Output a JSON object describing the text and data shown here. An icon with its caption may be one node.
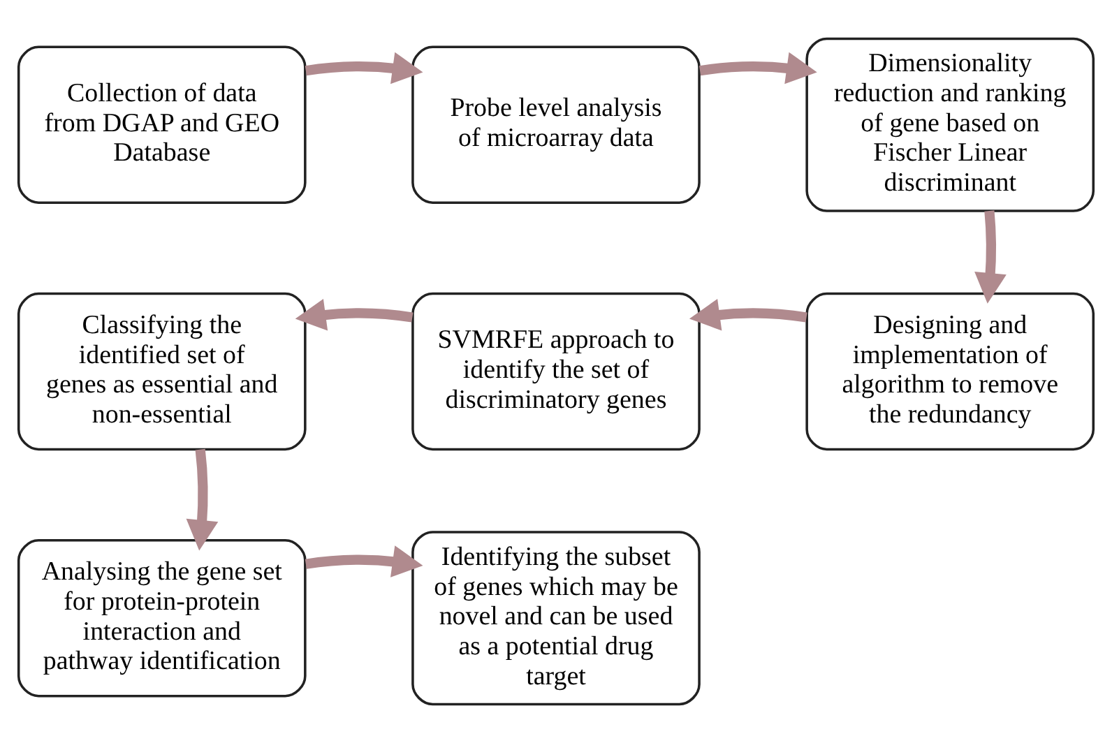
{
  "diagram": {
    "nodes": [
      {
        "text": [
          "Collection of data from DGAP and GEO Database"
        ]
      },
      {
        "text": [
          "Probe level analysis of microarray data"
        ]
      },
      {
        "text": [
          "Dimensionality reduction and ranking of gene based on Fischer Linear discriminant"
        ]
      },
      {
        "text": [
          "Designing and implementation of algorithm to remove the redundancy"
        ]
      },
      {
        "text": [
          "SVMRFE approach to identify the set of discriminatory genes"
        ]
      },
      {
        "text": [
          "Classifying the identified set of genes as essential and non-essential"
        ]
      },
      {
        "text": [
          "Analysing the gene set for protein-protein interaction and pathway identification"
        ]
      },
      {
        "text": [
          "Identifying the subset of genes which may be novel and can be used as a potential drug target"
        ]
      }
    ],
    "edges": [
      {
        "from": 0,
        "to": 1,
        "arrow": "to"
      },
      {
        "from": 1,
        "to": 2,
        "arrow": "to"
      },
      {
        "from": 2,
        "to": 3,
        "arrow": "to"
      },
      {
        "from": 3,
        "to": 4,
        "arrow": "to"
      },
      {
        "from": 4,
        "to": 5,
        "arrow": "to"
      },
      {
        "from": 5,
        "to": 6,
        "arrow": "to"
      },
      {
        "from": 6,
        "to": 7,
        "arrow": "to"
      }
    ]
  }
}
